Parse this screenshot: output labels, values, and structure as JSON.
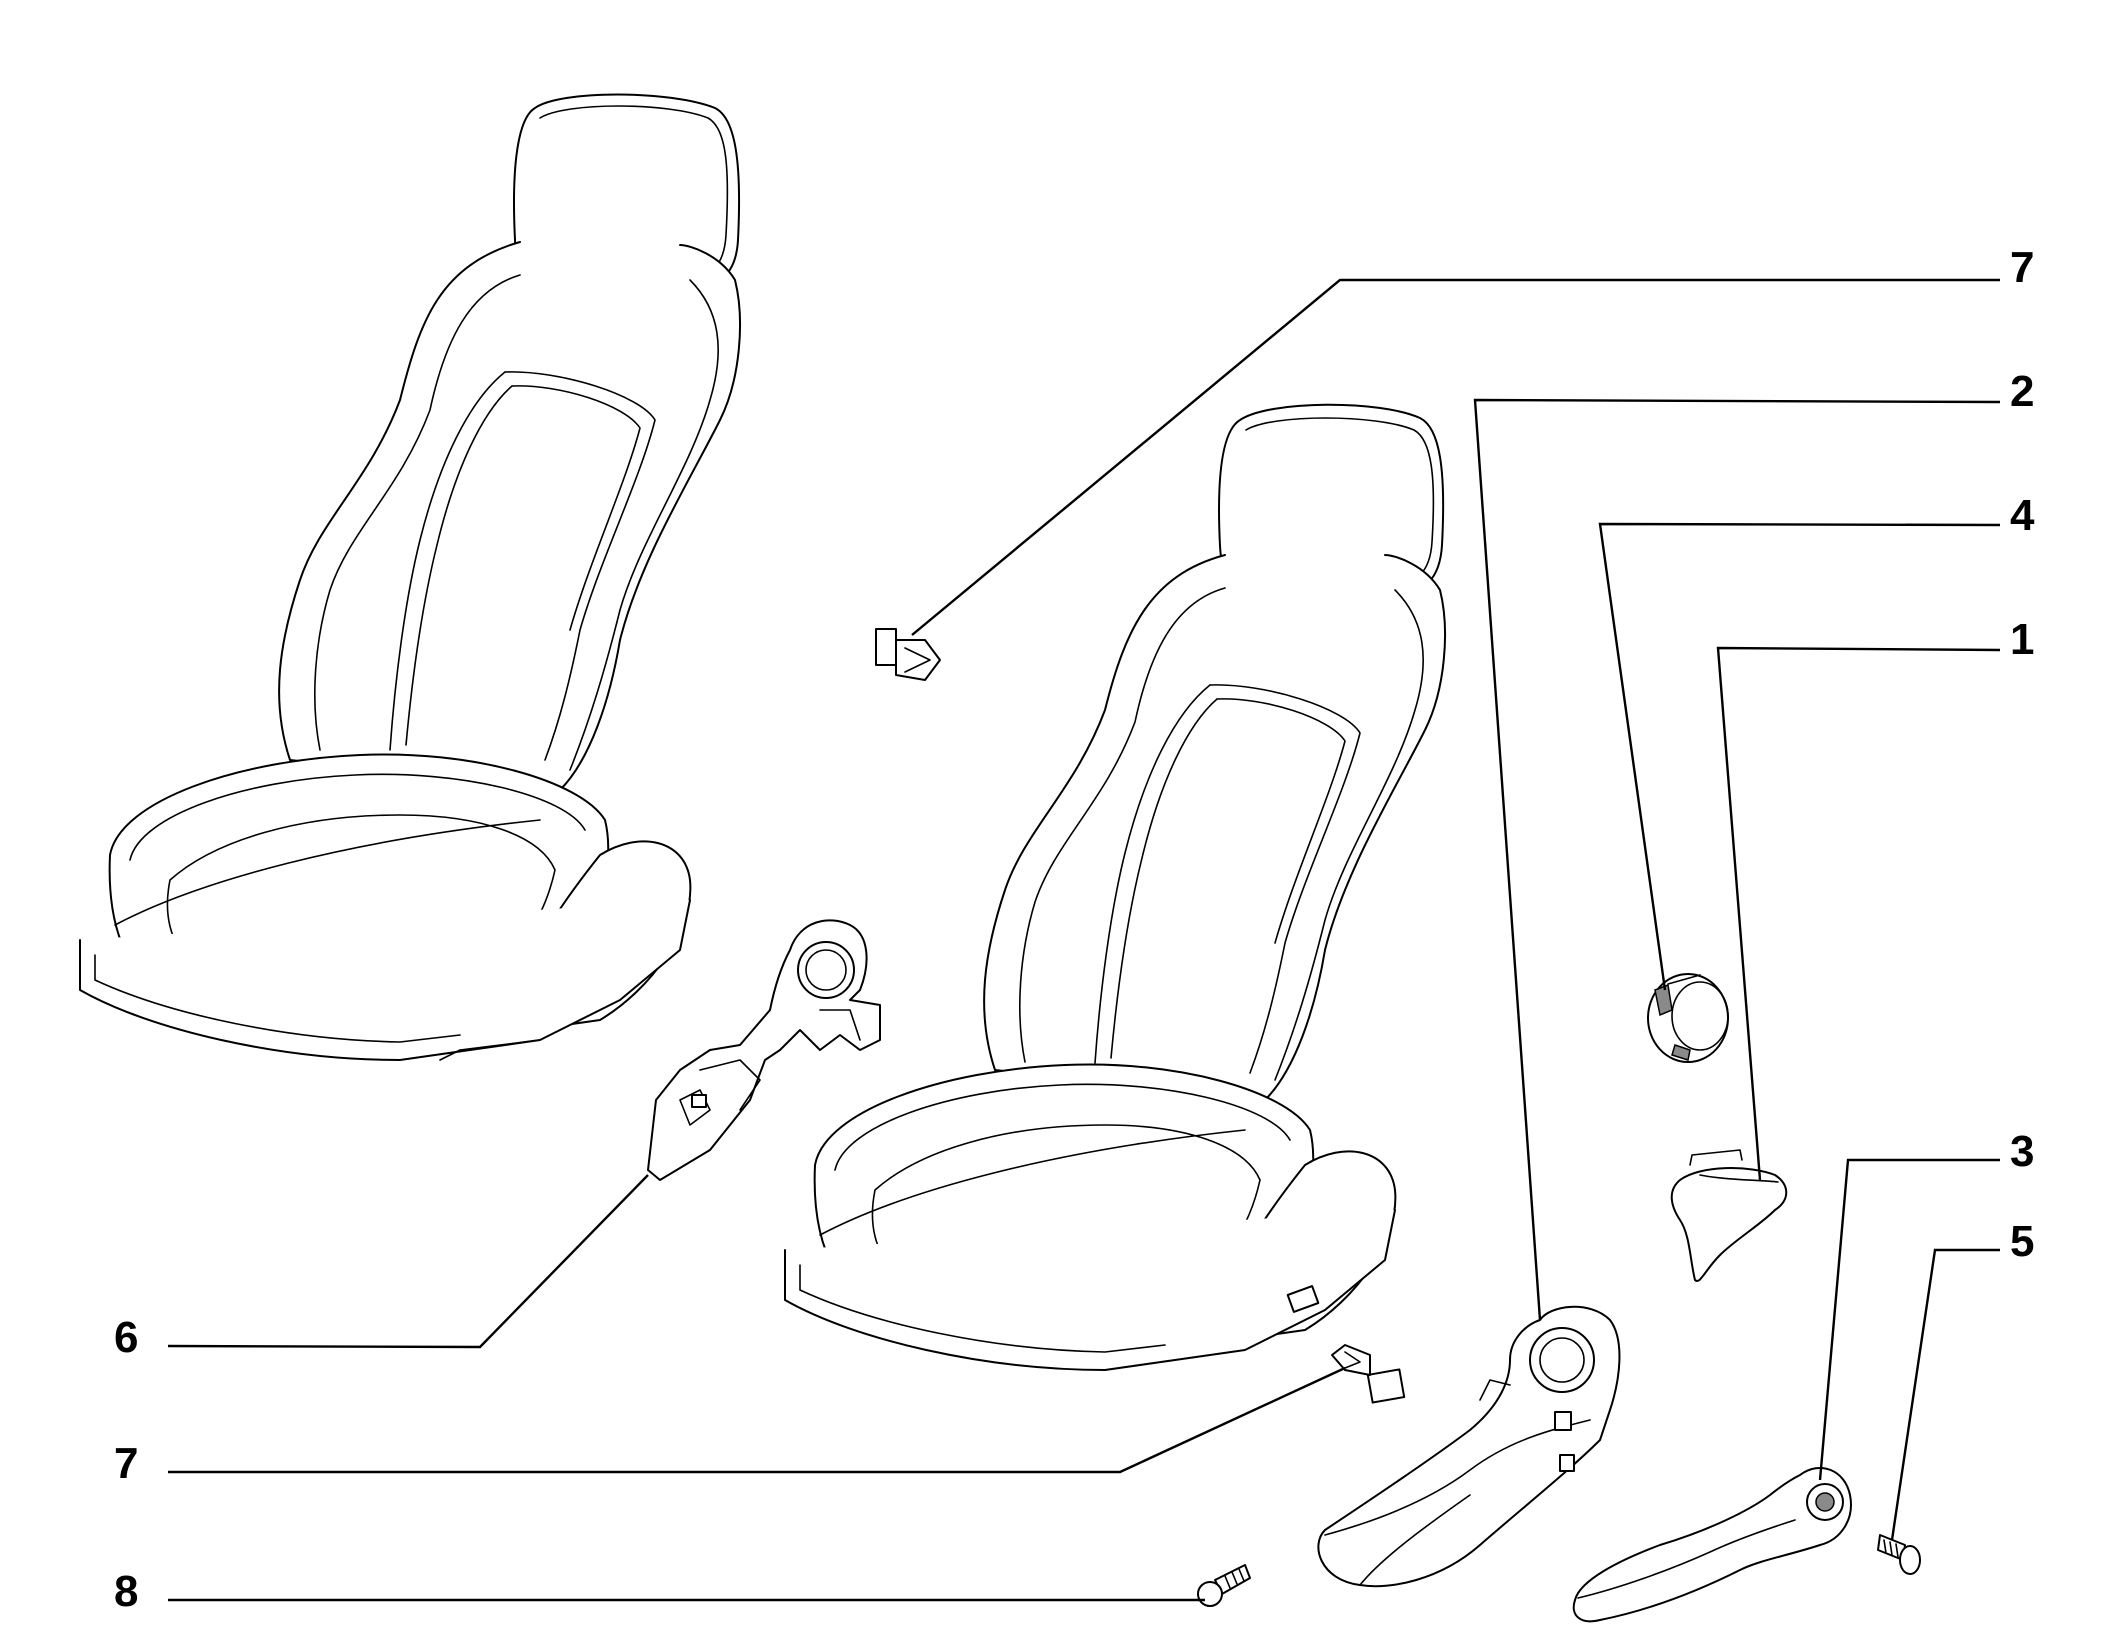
{
  "callouts": {
    "c7_top": "7",
    "c2": "2",
    "c4": "4",
    "c1": "1",
    "c3": "3",
    "c5": "5",
    "c6": "6",
    "c7_bottom": "7",
    "c8": "8"
  }
}
